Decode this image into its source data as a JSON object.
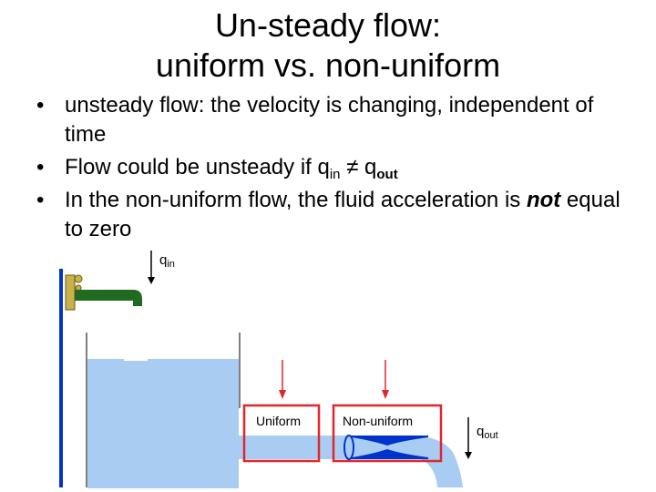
{
  "title": {
    "line1": "Un-steady flow:",
    "line2": "uniform vs. non-uniform"
  },
  "bullets": [
    {
      "text": "unsteady flow: the velocity is changing, independent of time"
    },
    {
      "pre": "Flow could be unsteady if q",
      "sub1": "in",
      "mid": " ≠ q",
      "sub2": "out"
    },
    {
      "pre": "In the non-uniform flow, the fluid acceleration is ",
      "emph": "not",
      "post": " equal to zero"
    }
  ],
  "bullet_glyph": "•",
  "diagram": {
    "qin": {
      "base": "q",
      "sub": "in"
    },
    "qout": {
      "base": "q",
      "sub": "out"
    },
    "box_uniform": "Uniform",
    "box_nonuniform": "Non-uniform",
    "colors": {
      "water": "#a9cdf2",
      "channel": "#0033cc",
      "pipe": "#1f6b1f",
      "highlight_box": "#e0262d",
      "arrow": "#e0262d"
    }
  }
}
